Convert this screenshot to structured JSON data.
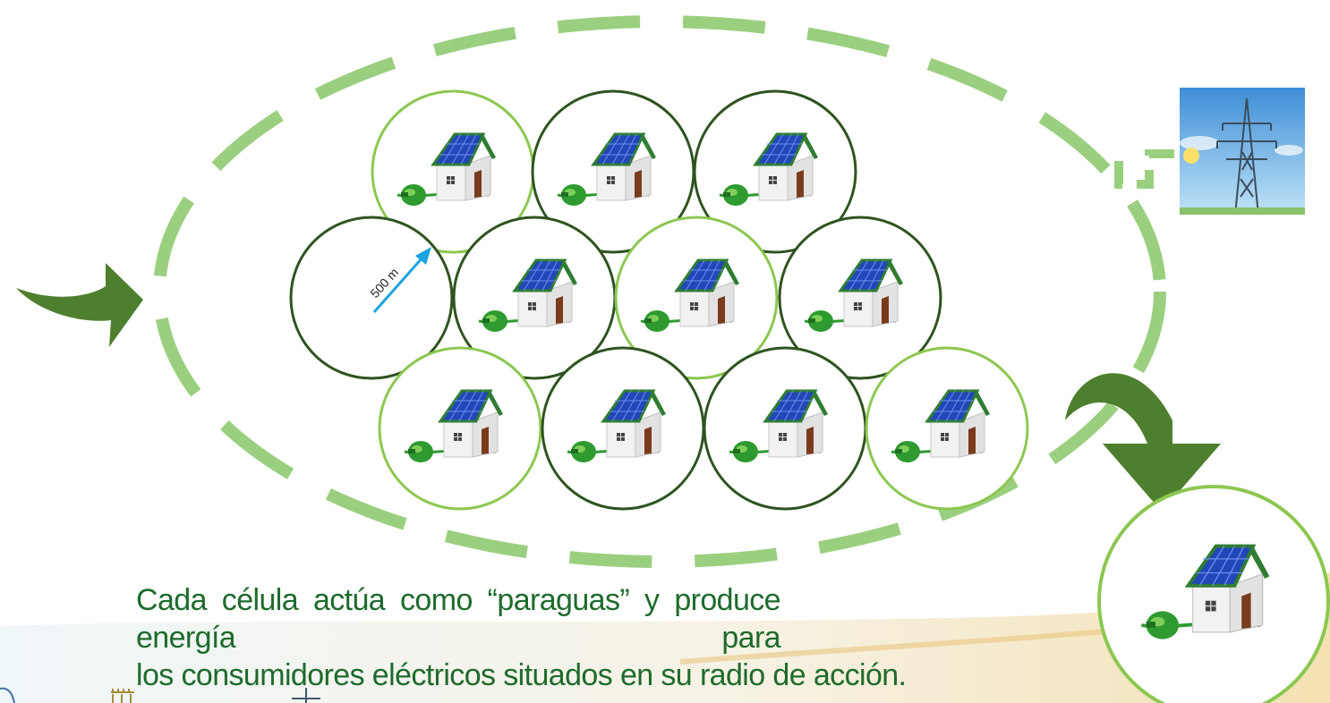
{
  "diagram": {
    "radius_label": "500 m",
    "caption_line1": "Cada célula actúa como “paraguas” y produce energía para",
    "caption_line2": "los consumidores eléctricos situados en su radio de acción.",
    "cells": [
      {
        "id": "r1c1",
        "ring": "light",
        "house": true
      },
      {
        "id": "r1c2",
        "ring": "dark",
        "house": true
      },
      {
        "id": "r1c3",
        "ring": "dark",
        "house": true
      },
      {
        "id": "r2c1",
        "ring": "dark",
        "house": false,
        "shows_radius": true
      },
      {
        "id": "r2c2",
        "ring": "dark",
        "house": true
      },
      {
        "id": "r2c3",
        "ring": "light",
        "house": true
      },
      {
        "id": "r2c4",
        "ring": "dark",
        "house": true
      },
      {
        "id": "r3c1",
        "ring": "light",
        "house": true
      },
      {
        "id": "r3c2",
        "ring": "dark",
        "house": true
      },
      {
        "id": "r3c3",
        "ring": "dark",
        "house": true
      },
      {
        "id": "r3c4",
        "ring": "light",
        "house": true
      }
    ],
    "colors": {
      "dashed_boundary": "#9bcf80",
      "ring_light": "#8cc751",
      "ring_dark": "#2f5320",
      "arrow": "#4e7f2e",
      "radius_arrow": "#1aa3df",
      "caption_text": "#1e6b2c",
      "roof_panel": "#2147b8",
      "roof_trim": "#2f7d32",
      "plug": "#2e9a2f"
    },
    "icons": [
      "house-solar-icon",
      "transmission-tower-icon",
      "arrow-in-icon",
      "arrow-out-icon"
    ]
  }
}
